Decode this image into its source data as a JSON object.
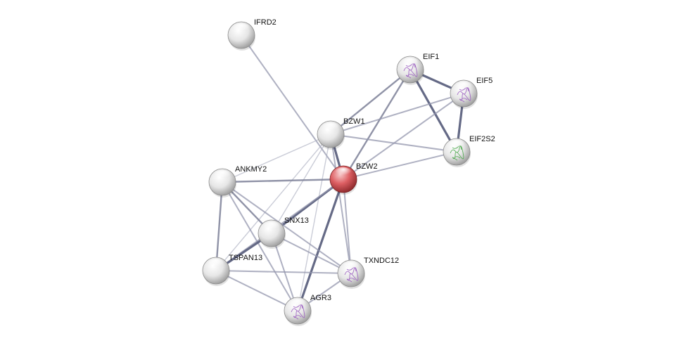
{
  "colors": {
    "query_node": "#d9565a",
    "partner_node": "#e8e8e8",
    "edge": "#8e93a8"
  },
  "network": {
    "nodes": [
      {
        "id": "IFRD2",
        "label": "IFRD2",
        "query": false,
        "structure": false
      },
      {
        "id": "EIF1",
        "label": "EIF1",
        "query": false,
        "structure": true,
        "structure_color": "#9a5cc0"
      },
      {
        "id": "EIF5",
        "label": "EIF5",
        "query": false,
        "structure": true,
        "structure_color": "#9a5cc0"
      },
      {
        "id": "EIF2S2",
        "label": "EIF2S2",
        "query": false,
        "structure": true,
        "structure_color": "#4aa84a"
      },
      {
        "id": "BZW1",
        "label": "BZW1",
        "query": false,
        "structure": false
      },
      {
        "id": "BZW2",
        "label": "BZW2",
        "query": true,
        "structure": false
      },
      {
        "id": "ANKMY2",
        "label": "ANKMY2",
        "query": false,
        "structure": false
      },
      {
        "id": "SNX13",
        "label": "SNX13",
        "query": false,
        "structure": false
      },
      {
        "id": "TSPAN13",
        "label": "TSPAN13",
        "query": false,
        "structure": false
      },
      {
        "id": "TXNDC12",
        "label": "TXNDC12",
        "query": false,
        "structure": true,
        "structure_color": "#9a5cc0"
      },
      {
        "id": "AGR3",
        "label": "AGR3",
        "query": false,
        "structure": true,
        "structure_color": "#9a5cc0"
      }
    ],
    "edges": [
      {
        "source": "IFRD2",
        "target": "BZW2",
        "strength": "low"
      },
      {
        "source": "EIF1",
        "target": "EIF5",
        "strength": "high"
      },
      {
        "source": "EIF1",
        "target": "EIF2S2",
        "strength": "high"
      },
      {
        "source": "EIF5",
        "target": "EIF2S2",
        "strength": "high"
      },
      {
        "source": "EIF1",
        "target": "BZW1",
        "strength": "medium"
      },
      {
        "source": "EIF1",
        "target": "BZW2",
        "strength": "medium"
      },
      {
        "source": "EIF5",
        "target": "BZW1",
        "strength": "low"
      },
      {
        "source": "EIF5",
        "target": "BZW2",
        "strength": "low"
      },
      {
        "source": "EIF2S2",
        "target": "BZW1",
        "strength": "low"
      },
      {
        "source": "EIF2S2",
        "target": "BZW2",
        "strength": "low"
      },
      {
        "source": "BZW1",
        "target": "BZW2",
        "strength": "high"
      },
      {
        "source": "BZW1",
        "target": "ANKMY2",
        "strength": "faint"
      },
      {
        "source": "BZW1",
        "target": "SNX13",
        "strength": "faint"
      },
      {
        "source": "BZW1",
        "target": "TSPAN13",
        "strength": "faint"
      },
      {
        "source": "BZW1",
        "target": "AGR3",
        "strength": "faint"
      },
      {
        "source": "BZW1",
        "target": "TXNDC12",
        "strength": "low"
      },
      {
        "source": "BZW2",
        "target": "ANKMY2",
        "strength": "medium"
      },
      {
        "source": "BZW2",
        "target": "SNX13",
        "strength": "high"
      },
      {
        "source": "BZW2",
        "target": "AGR3",
        "strength": "high"
      },
      {
        "source": "BZW2",
        "target": "TXNDC12",
        "strength": "low"
      },
      {
        "source": "BZW2",
        "target": "TSPAN13",
        "strength": "low"
      },
      {
        "source": "ANKMY2",
        "target": "SNX13",
        "strength": "medium"
      },
      {
        "source": "ANKMY2",
        "target": "TSPAN13",
        "strength": "medium"
      },
      {
        "source": "ANKMY2",
        "target": "AGR3",
        "strength": "low"
      },
      {
        "source": "ANKMY2",
        "target": "TXNDC12",
        "strength": "low"
      },
      {
        "source": "SNX13",
        "target": "TSPAN13",
        "strength": "high"
      },
      {
        "source": "SNX13",
        "target": "AGR3",
        "strength": "low"
      },
      {
        "source": "SNX13",
        "target": "TXNDC12",
        "strength": "low"
      },
      {
        "source": "TSPAN13",
        "target": "AGR3",
        "strength": "low"
      },
      {
        "source": "TSPAN13",
        "target": "TXNDC12",
        "strength": "low"
      },
      {
        "source": "TXNDC12",
        "target": "AGR3",
        "strength": "low"
      }
    ]
  }
}
